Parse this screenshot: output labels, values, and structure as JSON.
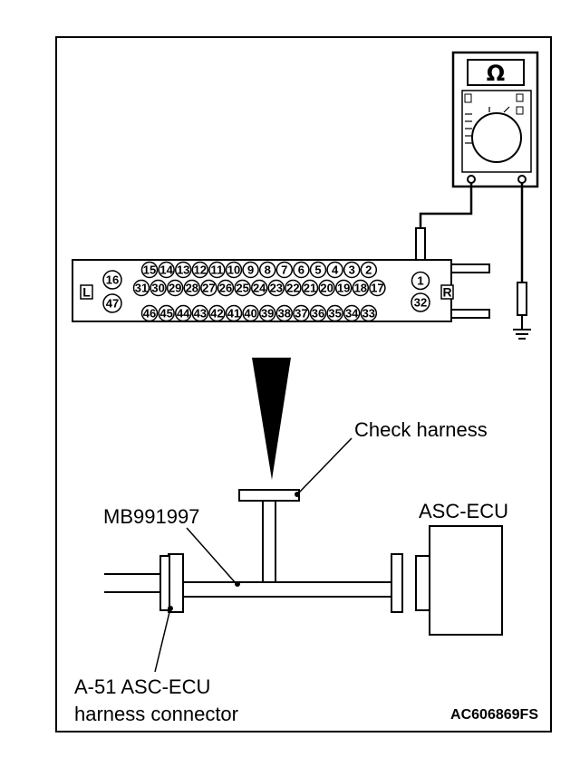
{
  "meter": {
    "symbol": "Ω"
  },
  "connector": {
    "left_tag": "L",
    "right_tag": "R",
    "row1": [
      "15",
      "14",
      "13",
      "12",
      "11",
      "10",
      "9",
      "8",
      "7",
      "6",
      "5",
      "4",
      "3",
      "2",
      "1"
    ],
    "row2": [
      "31",
      "30",
      "29",
      "28",
      "27",
      "26",
      "25",
      "24",
      "23",
      "22",
      "21",
      "20",
      "19",
      "18",
      "17"
    ],
    "row3": [
      "46",
      "45",
      "44",
      "43",
      "42",
      "41",
      "40",
      "39",
      "38",
      "37",
      "36",
      "35",
      "34",
      "33"
    ],
    "left_pins": [
      "16",
      "47"
    ],
    "right_pin_bottom": "32"
  },
  "labels": {
    "check_harness": "Check harness",
    "tool": "MB991997",
    "ecu": "ASC-ECU",
    "harness_line1": "A-51 ASC-ECU",
    "harness_line2": "harness connector",
    "code": "AC606869FS"
  }
}
